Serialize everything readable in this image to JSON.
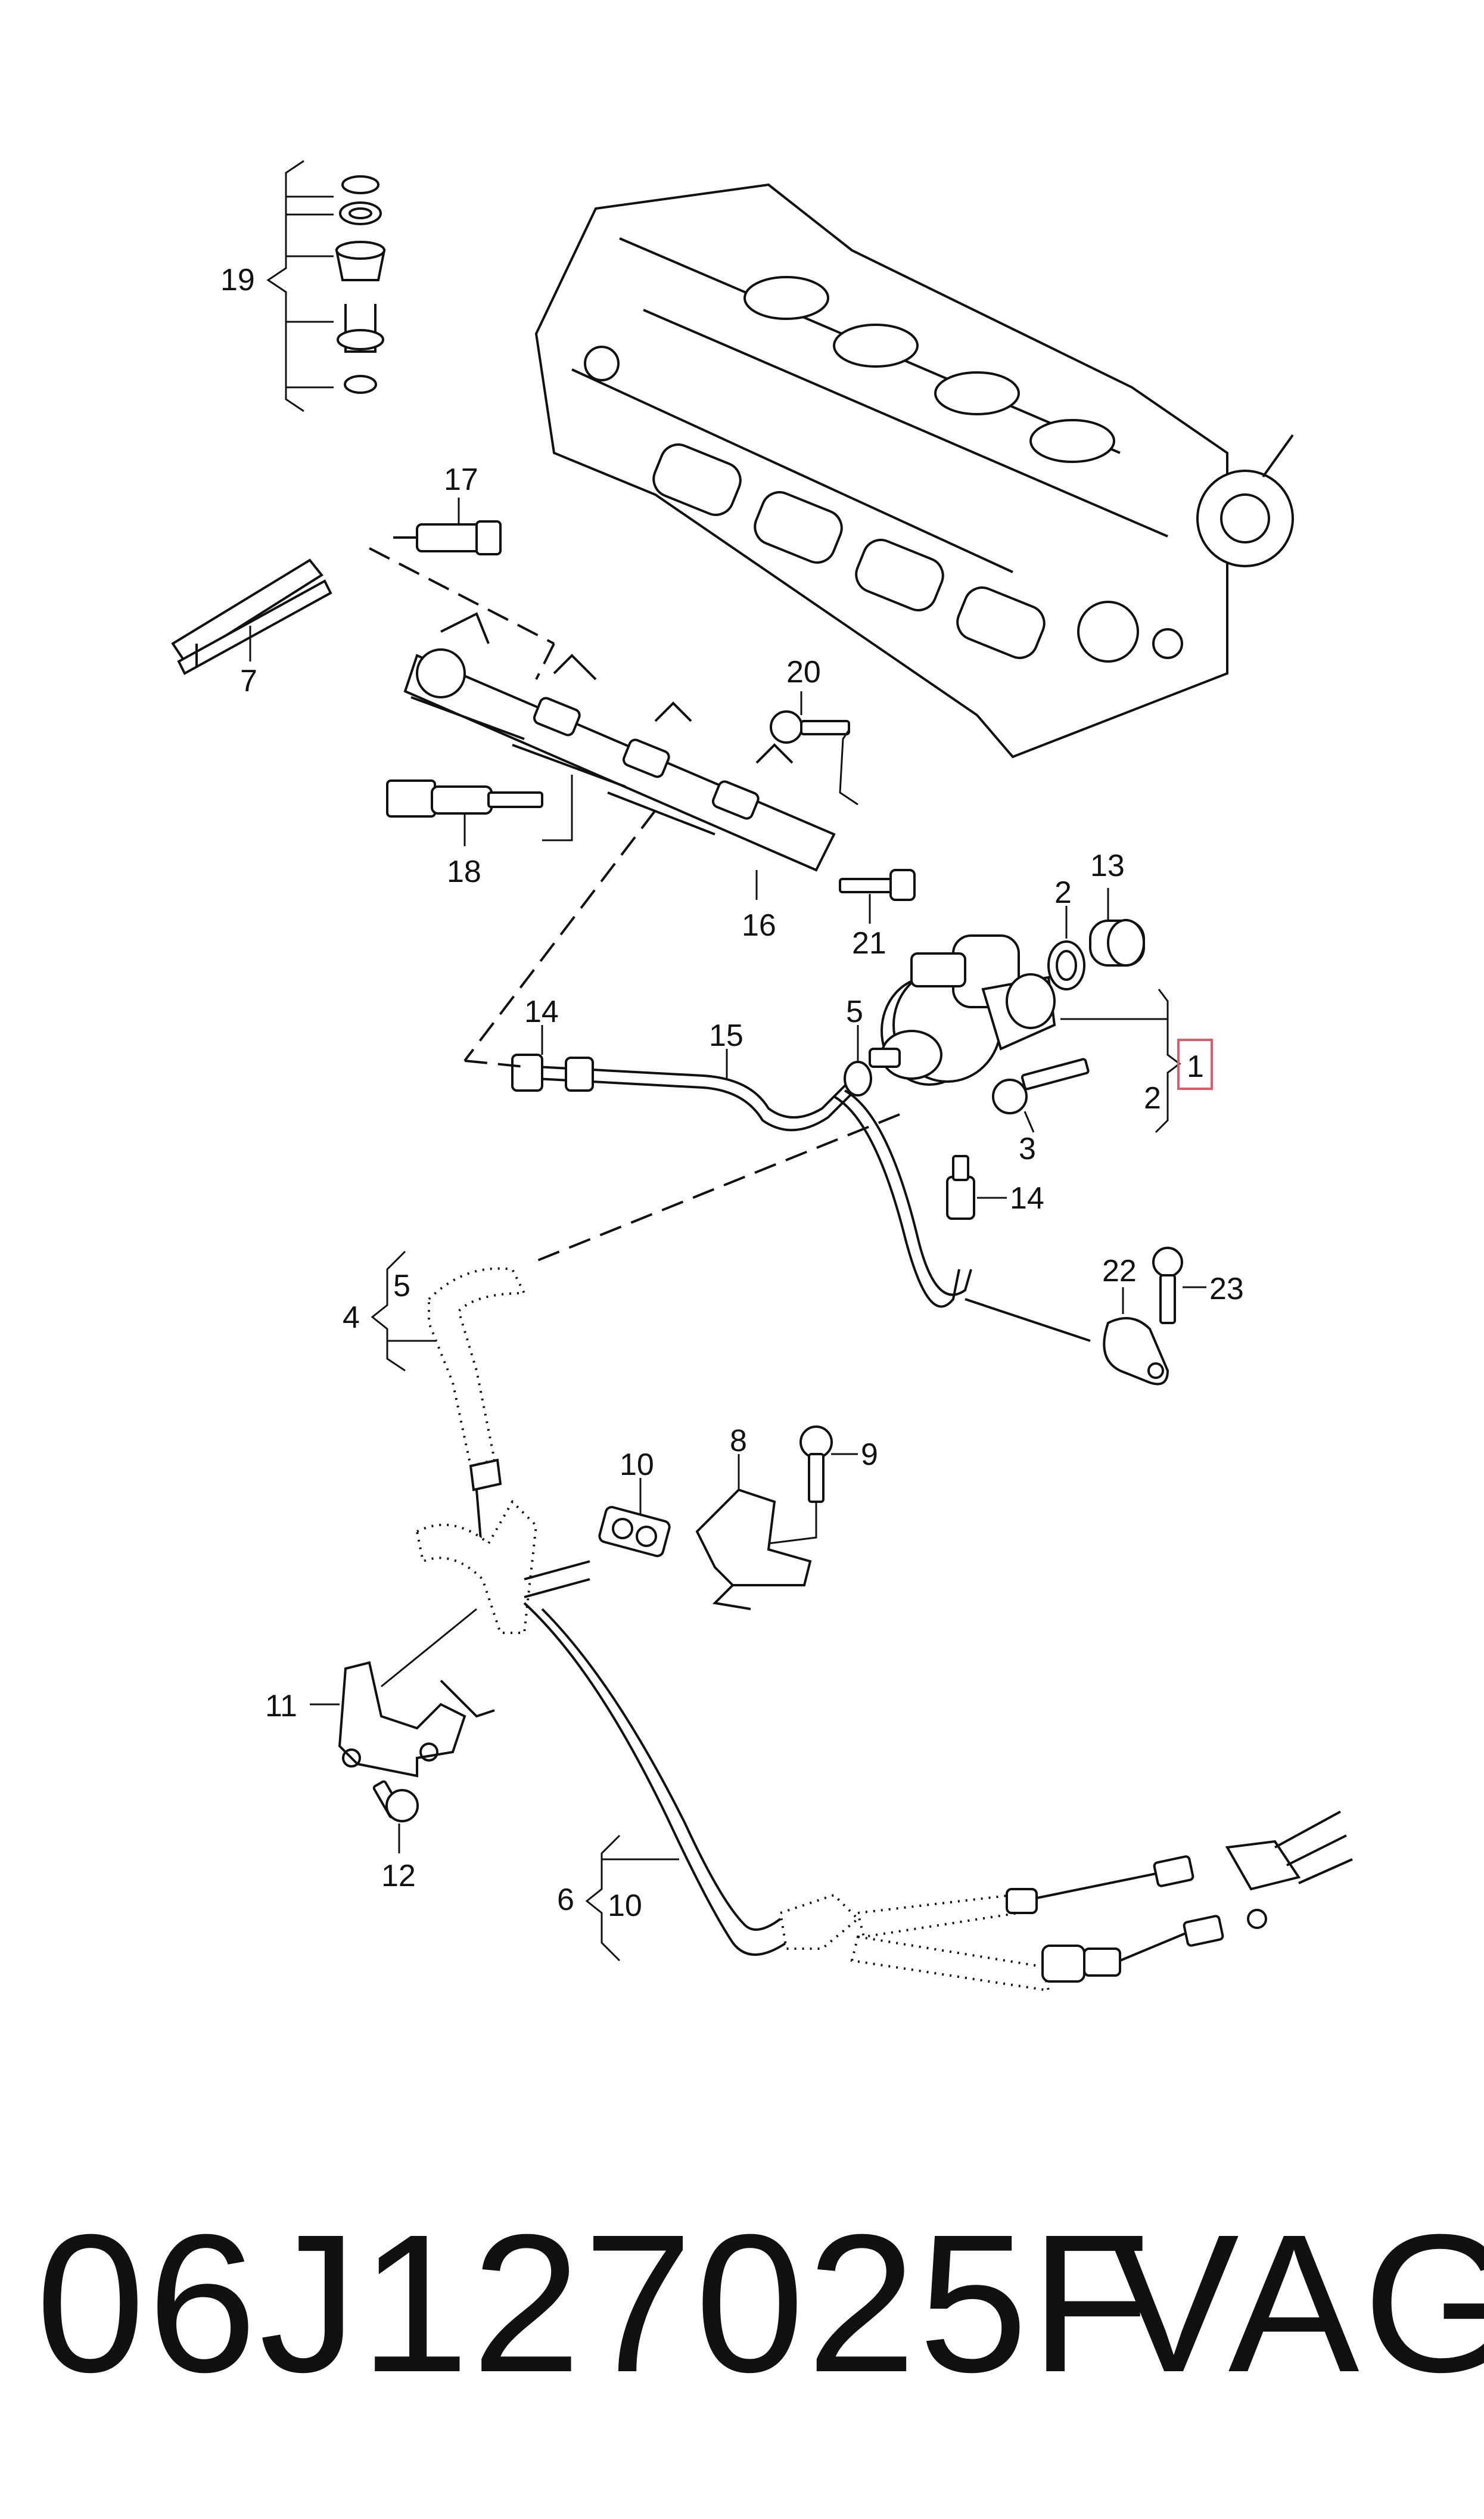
{
  "callouts": {
    "c1": "1",
    "c2a": "2",
    "c2b": "2",
    "c3": "3",
    "c4": "4",
    "c5a": "5",
    "c5b": "5",
    "c6": "6",
    "c7": "7",
    "c8": "8",
    "c9": "9",
    "c10a": "10",
    "c10b": "10",
    "c11": "11",
    "c12": "12",
    "c13": "13",
    "c14a": "14",
    "c14b": "14",
    "c15": "15",
    "c16": "16",
    "c17": "17",
    "c18": "18",
    "c19": "19",
    "c20": "20",
    "c21": "21",
    "c22": "22",
    "c23": "23"
  },
  "highlight_color": "#e05a6a",
  "footer": {
    "part_number": "06J127025F",
    "brand": "VAG"
  }
}
